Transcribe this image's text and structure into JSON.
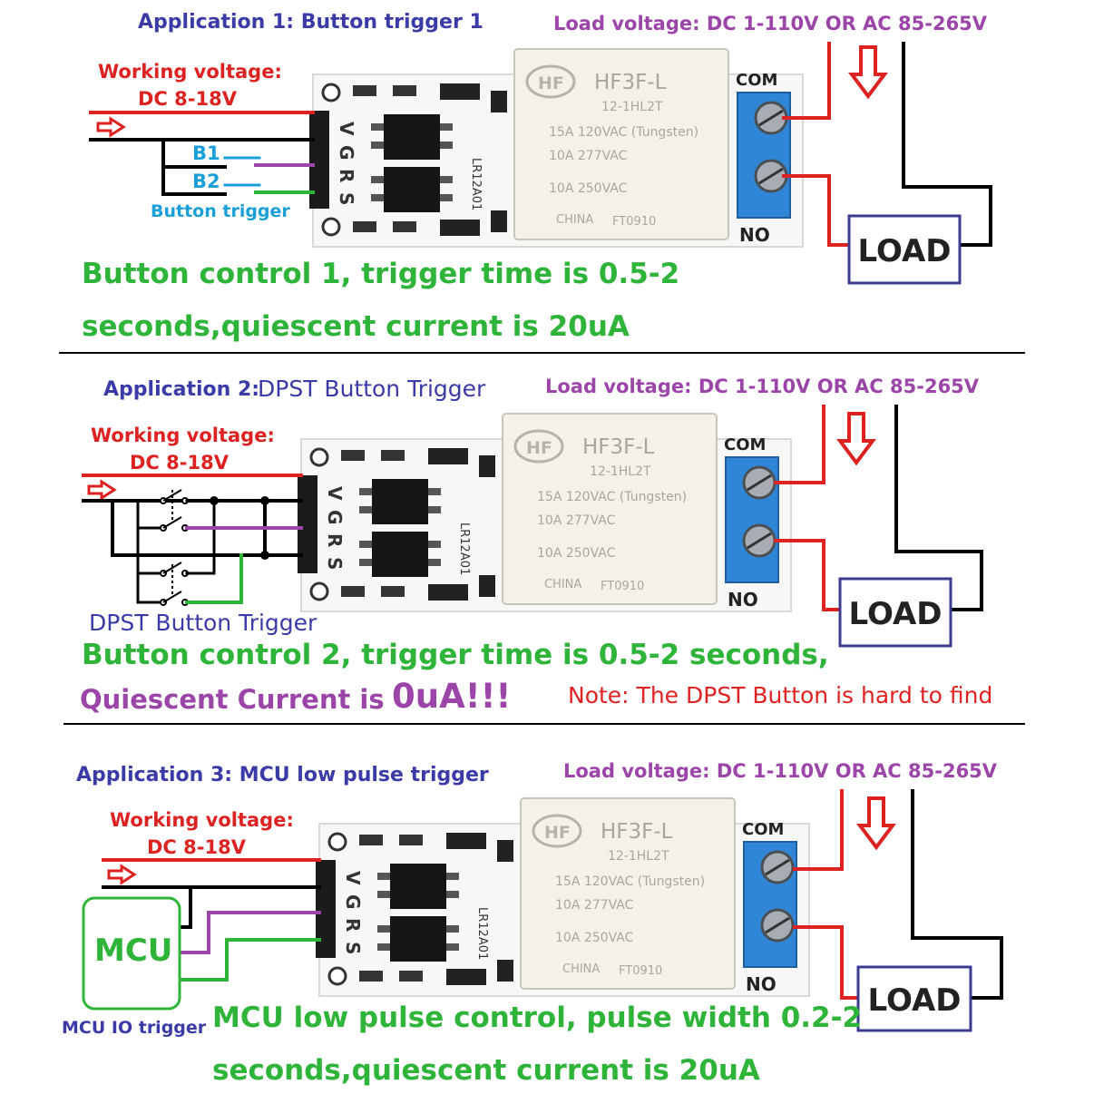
{
  "sections": [
    {
      "title": "Application 1: Button trigger 1",
      "load_voltage": "Load voltage: DC 1-110V OR AC 85-265V",
      "working_voltage_label": "Working voltage:",
      "working_voltage_value": "DC 8-18V",
      "trigger_label": "Button trigger",
      "button_labels": [
        "B1",
        "B2"
      ],
      "description_line1": "Button control 1, trigger time is 0.5-2",
      "description_line2": "seconds,quiescent current is 20uA"
    },
    {
      "title_prefix": "Application 2:",
      "title_suffix": "DPST Button Trigger",
      "load_voltage": "Load voltage: DC 1-110V OR AC 85-265V",
      "working_voltage_label": "Working voltage:",
      "working_voltage_value": "DC 8-18V",
      "trigger_label": "DPST Button Trigger",
      "description_line1": "Button control 2, trigger time is 0.5-2 seconds,",
      "quiescent_prefix": "Quiescent Current is",
      "quiescent_value": "0uA!!!",
      "note": "Note: The DPST Button is hard to find"
    },
    {
      "title": "Application 3: MCU low pulse trigger",
      "load_voltage": "Load voltage: DC 1-110V OR AC 85-265V",
      "working_voltage_label": "Working voltage:",
      "working_voltage_value": "DC 8-18V",
      "mcu_label": "MCU",
      "trigger_label": "MCU IO trigger",
      "description_line1": "MCU low pulse control, pulse width 0.2-2",
      "description_line2": "seconds,quiescent current is 20uA"
    }
  ],
  "relay": {
    "brand": "HF",
    "model": "HF3F-L",
    "sub_model": "12-1HL2T",
    "rating1": "15A 120VAC (Tungsten)",
    "rating2": "10A 277VAC",
    "rating3": "10A 250VAC",
    "origin": "CHINA",
    "code": "FT0910"
  },
  "module": {
    "pins": [
      "V",
      "G",
      "R",
      "S"
    ],
    "board_code": "LR12A01",
    "com_label": "COM",
    "no_label": "NO",
    "load_label": "LOAD"
  },
  "colors": {
    "title_blue": "#3b3ba8",
    "load_purple": "#9b45a8",
    "wire_red": "#dd2222",
    "text_green": "#2fb43a",
    "wire_green": "#2fb43a",
    "cyan": "#1a9fd8",
    "terminal_blue": "#2f86d6",
    "load_box": "#3b3b8f"
  }
}
